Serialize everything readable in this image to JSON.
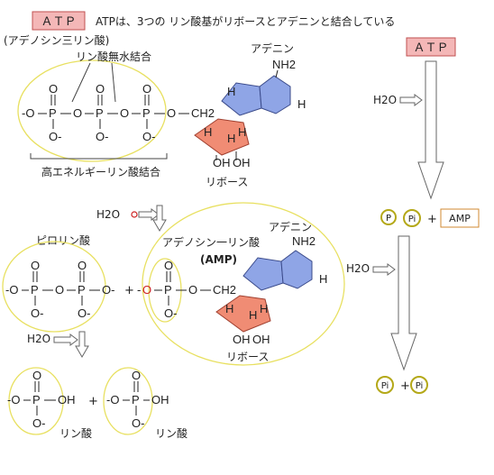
{
  "colors": {
    "atp_box_fill": "#f4b7b7",
    "atp_box_stroke": "#c05050",
    "ellipse_yellow": "#e8e060",
    "circle_olive": "#b4a818",
    "amp_box_stroke": "#d08a30",
    "adenine_label": "#4a5aa8",
    "ribose_label": "#b03030",
    "amp_green": "#2f9a2f",
    "red_accent": "#cc2020",
    "base_fill": "#8fa5e6",
    "ribose_fill": "#f08c74"
  },
  "header": {
    "atp_badge": "ＡＴＰ",
    "description": "ATPは、3つの リン酸基がリボースとアデニンと結合している",
    "subtitle": "(アデノシン三リン酸)"
  },
  "atp": {
    "bond_label": "リン酸無水結合",
    "adenine_label": "アデニン",
    "ribose_label": "リボース",
    "high_energy_label": "高エネルギーリン酸結合",
    "nh2": "NH2",
    "h2o_label": "H2O"
  },
  "middle": {
    "pyro_label": "ピロリン酸",
    "amp_name": "アデノシン一リン酸",
    "amp_abbr": "(AMP)",
    "adenine_label": "アデニン",
    "ribose_label": "リボース"
  },
  "bottom": {
    "h2o_label": "H2O",
    "phosphate_label_1": "リン酸",
    "phosphate_label_2": "リン酸",
    "plus": "+"
  },
  "right": {
    "atp_badge": "ＡＴＰ",
    "h2o_top": "H2O",
    "h2o_bottom": "H2O",
    "p_symbol": "P",
    "pi_symbol": "Pi",
    "amp_box": "AMP",
    "plus": "+",
    "pi_a": "Pi",
    "pi_b": "Pi"
  }
}
